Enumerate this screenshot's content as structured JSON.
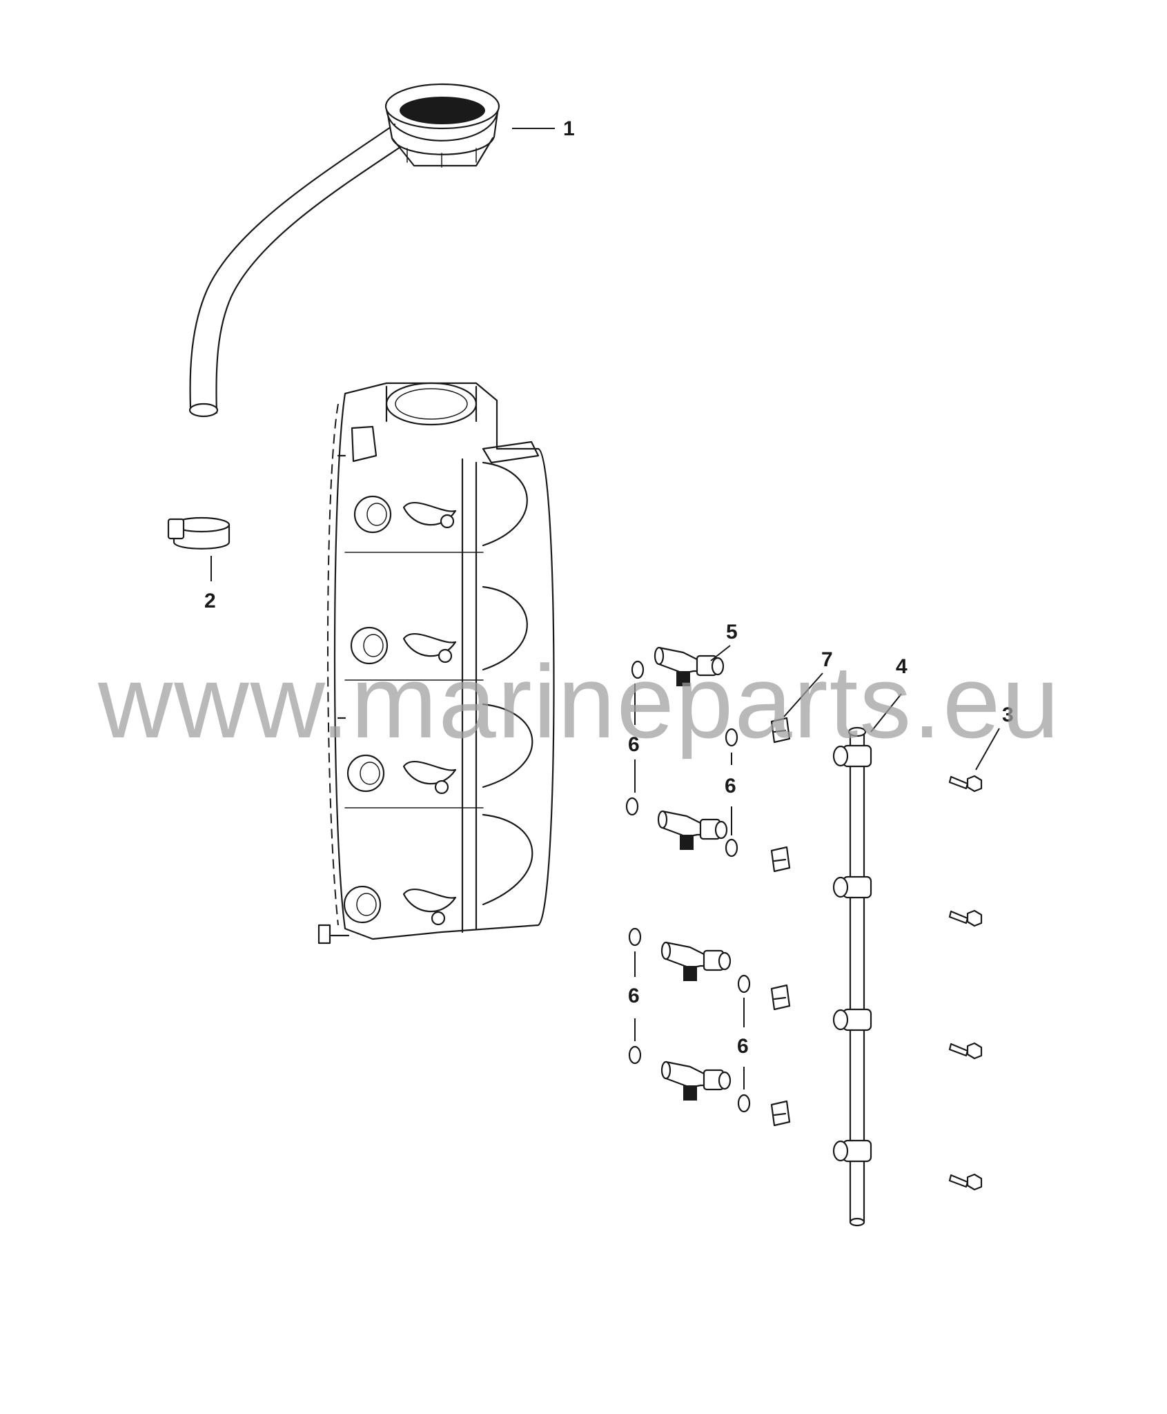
{
  "watermark": "www.marineparts.eu",
  "callouts": {
    "c1": "1",
    "c2": "2",
    "c3": "3",
    "c4": "4",
    "c5": "5",
    "c6a": "6",
    "c6b": "6",
    "c6c": "6",
    "c6d": "6",
    "c7": "7"
  }
}
